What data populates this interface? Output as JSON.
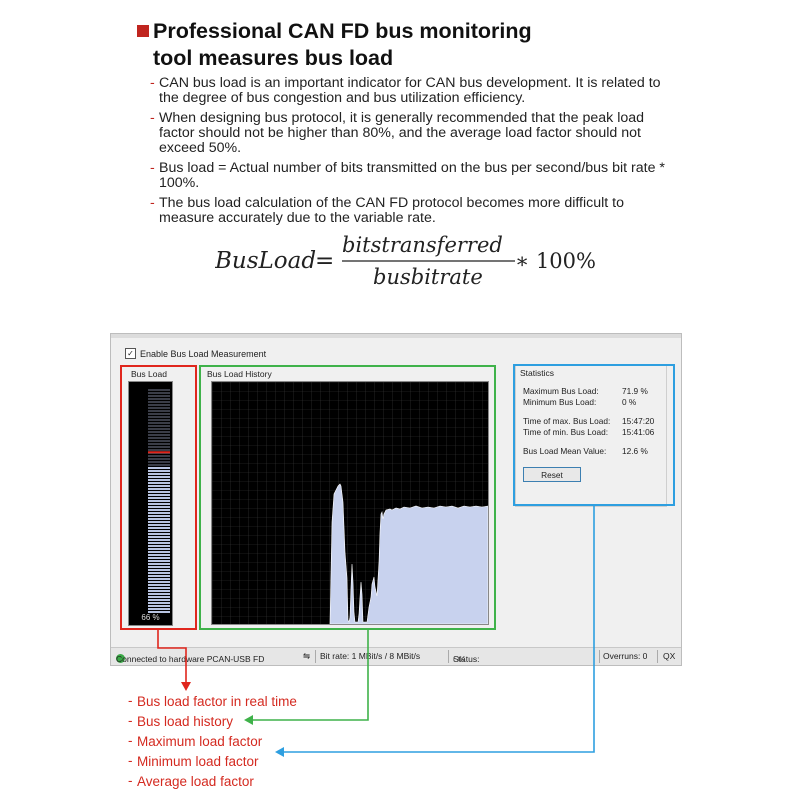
{
  "header": {
    "title_line1": "Professional CAN FD bus monitoring",
    "title_line2": "tool measures bus load"
  },
  "bullets": [
    "CAN bus load is an important indicator for CAN bus development. It is related to the degree of bus congestion and bus utilization efficiency.",
    "When designing bus protocol, it is generally recommended that the peak load factor should not be higher than 80%, and the average load factor should not exceed 50%.",
    "Bus load = Actual number of bits transmitted on the bus per second/bus bit rate * 100%.",
    "The bus load calculation of the CAN FD protocol becomes more difficult to measure accurately due to the variable rate."
  ],
  "bullet_marker": "-",
  "formula": {
    "lhs": "BusLoad",
    "equals": "=",
    "numerator": "bitstransferred",
    "denominator": "busbitrate",
    "rhs": "∗ 100%"
  },
  "app": {
    "enable_checkbox": {
      "label": "Enable Bus Load Measurement",
      "checked": true
    },
    "bus_load": {
      "group_label": "Bus Load",
      "value_text": "66 %",
      "level": 0.66,
      "peak_marker": 0.72
    },
    "history": {
      "group_label": "Bus Load History"
    },
    "statistics": {
      "group_label": "Statistics",
      "rows": [
        {
          "label": "Maximum Bus Load:",
          "value": "71.9 %"
        },
        {
          "label": "Minimum Bus Load:",
          "value": "0 %"
        },
        {
          "label": "Time of max. Bus Load:",
          "value": "15:47:20"
        },
        {
          "label": "Time of min. Bus Load:",
          "value": "15:41:06"
        },
        {
          "label": "Bus Load Mean Value:",
          "value": "12.6 %"
        }
      ],
      "reset_label": "Reset"
    },
    "status_bar": {
      "connection": "Connected to hardware PCAN-USB FD",
      "bit_rate": "Bit rate: 1 MBit/s / 8 MBit/s",
      "status_label": "Status:",
      "status_value": "OK",
      "overruns": "Overruns: 0",
      "truncated": "QX"
    }
  },
  "legend": [
    {
      "text": "Bus load factor in real time",
      "color": "#d42a20"
    },
    {
      "text": "Bus load history",
      "color": "#d42a20"
    },
    {
      "text": "Maximum load factor",
      "color": "#d42a20"
    },
    {
      "text": "Minimum load factor",
      "color": "#d42a20"
    },
    {
      "text": "Average load factor",
      "color": "#d42a20"
    }
  ],
  "colors": {
    "accent_red": "#d42a20",
    "annotation_red": "#e0261d",
    "annotation_green": "#3fb24a",
    "annotation_blue": "#2e9fe0",
    "graph_fill": "#c8d2ee"
  },
  "icons": {
    "title_marker": "red-square-icon",
    "connection_ok": "check-circle-icon",
    "usb": "usb-icon"
  }
}
